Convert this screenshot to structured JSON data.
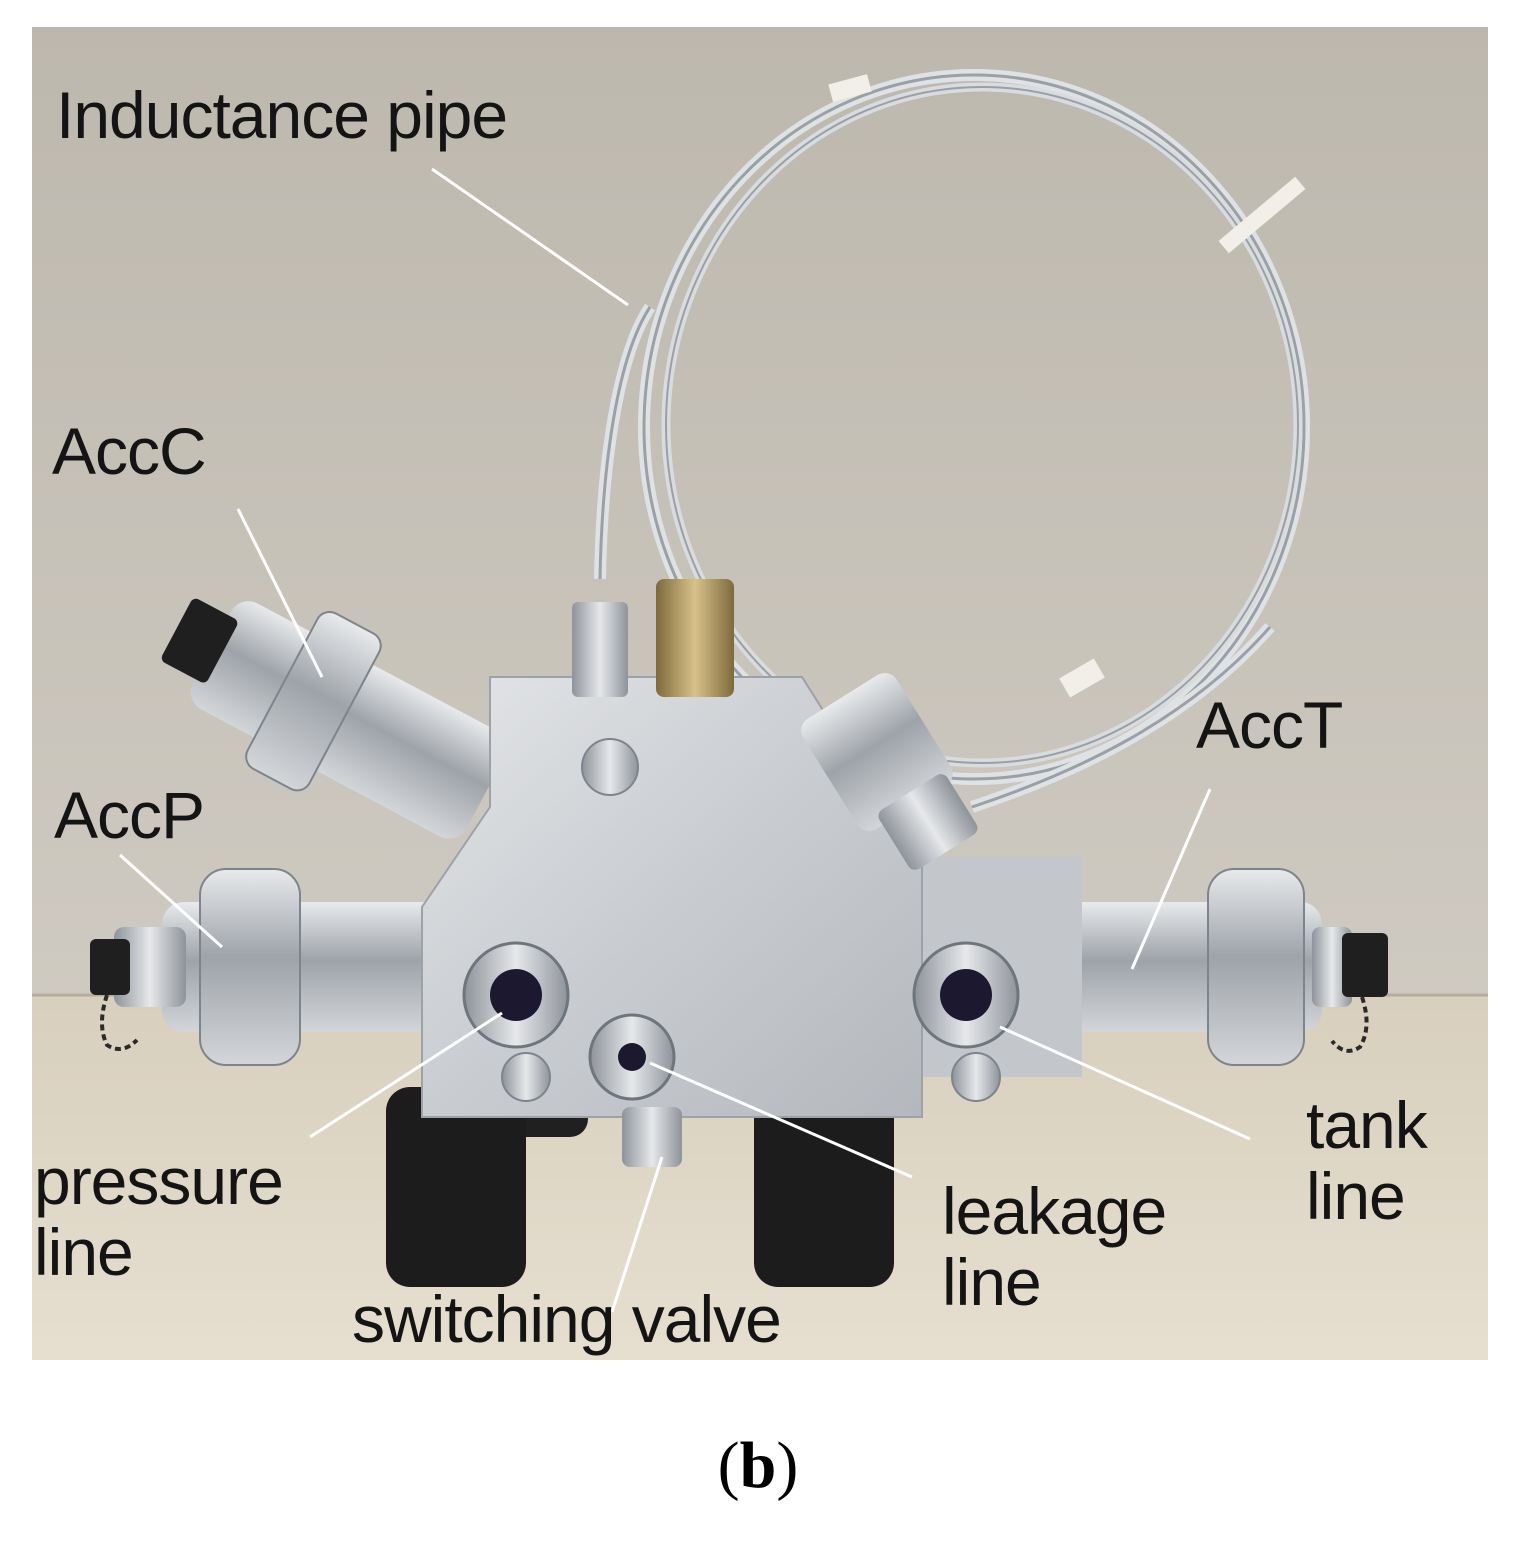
{
  "labels": {
    "inductance_pipe": "Inductance pipe",
    "acc_c": "AccC",
    "acc_p": "AccP",
    "acc_t": "AccT",
    "pressure_line": [
      "pressure",
      "line"
    ],
    "switching_valve": "switching valve",
    "leakage_line": [
      "leakage",
      "line"
    ],
    "tank_line": [
      "tank",
      "line"
    ]
  },
  "caption": {
    "open": "(",
    "letter": "b",
    "close": ")"
  },
  "colors": {
    "background_wall": "#c7c2b9",
    "table_surface": "#e0d8c8",
    "aluminum_block": "#cfd1d4",
    "steel": "#a9aeb4",
    "rubber_feet": "#1e1e1e",
    "brass": "#b59a5b",
    "label_text": "#141414"
  }
}
